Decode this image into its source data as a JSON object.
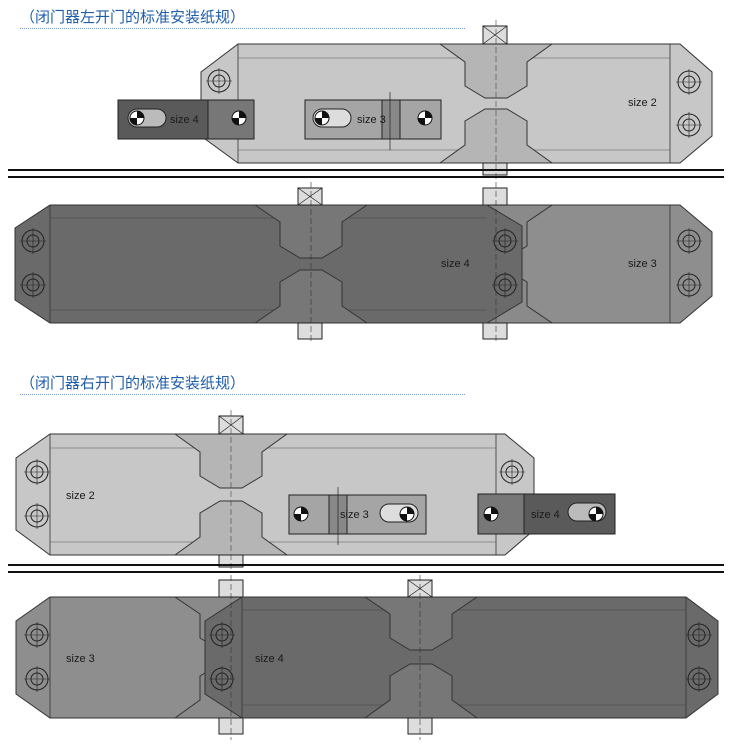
{
  "titles": {
    "left_open": "（闭门器左开门的标准安装纸规）",
    "right_open": "（闭门器右开门的标准安装纸规）"
  },
  "labels": {
    "size2": "size 2",
    "size3": "size 3",
    "size4": "size 4"
  },
  "colors": {
    "title_blue": "#1f5ea8",
    "light_body": "#c7c7c7",
    "mid_body": "#8e8e8e",
    "dark_body": "#6a6a6a",
    "bracket": "#5a5a5a"
  }
}
